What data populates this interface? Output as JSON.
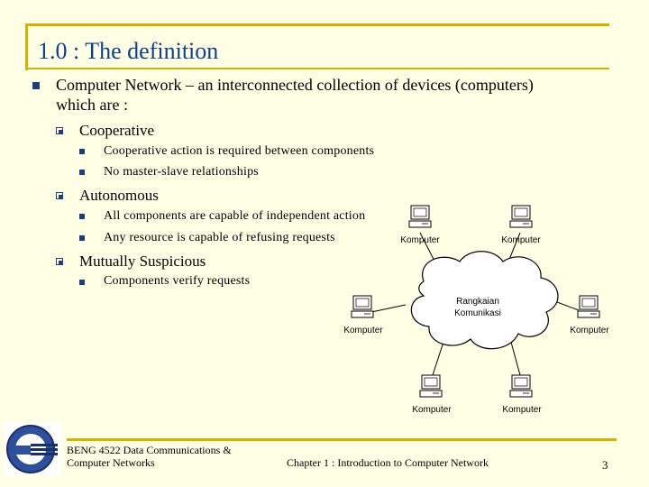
{
  "slide": {
    "title": "1.0 : The definition",
    "intro_line1": "Computer Network – an interconnected collection of devices (computers)",
    "intro_line2": "which are :",
    "groups": [
      {
        "heading": "Cooperative",
        "items": [
          "Cooperative action is required between components",
          "No master-slave relationships"
        ]
      },
      {
        "heading": "Autonomous",
        "items": [
          "All components are capable of independent action",
          "Any resource is capable of refusing requests"
        ]
      },
      {
        "heading": "Mutually Suspicious",
        "items": [
          "Components verify requests"
        ]
      }
    ]
  },
  "diagram": {
    "cloud_line1": "Rangkaian",
    "cloud_line2": "Komunikasi",
    "computer_labels": [
      "Komputer",
      "Komputer",
      "Komputer",
      "Komputer",
      "Komputer",
      "Komputer"
    ]
  },
  "footer": {
    "course_line1": "BENG 4522 Data Communications &",
    "course_line2": "Computer Networks",
    "chapter": "Chapter 1 : Introduction to Computer Network",
    "page_number": "3"
  },
  "colors": {
    "background": "#FFFFE5",
    "accent_gold": "#D4B106",
    "title_blue": "#0D3F8C",
    "bullet_blue": "#1F3F7A"
  }
}
